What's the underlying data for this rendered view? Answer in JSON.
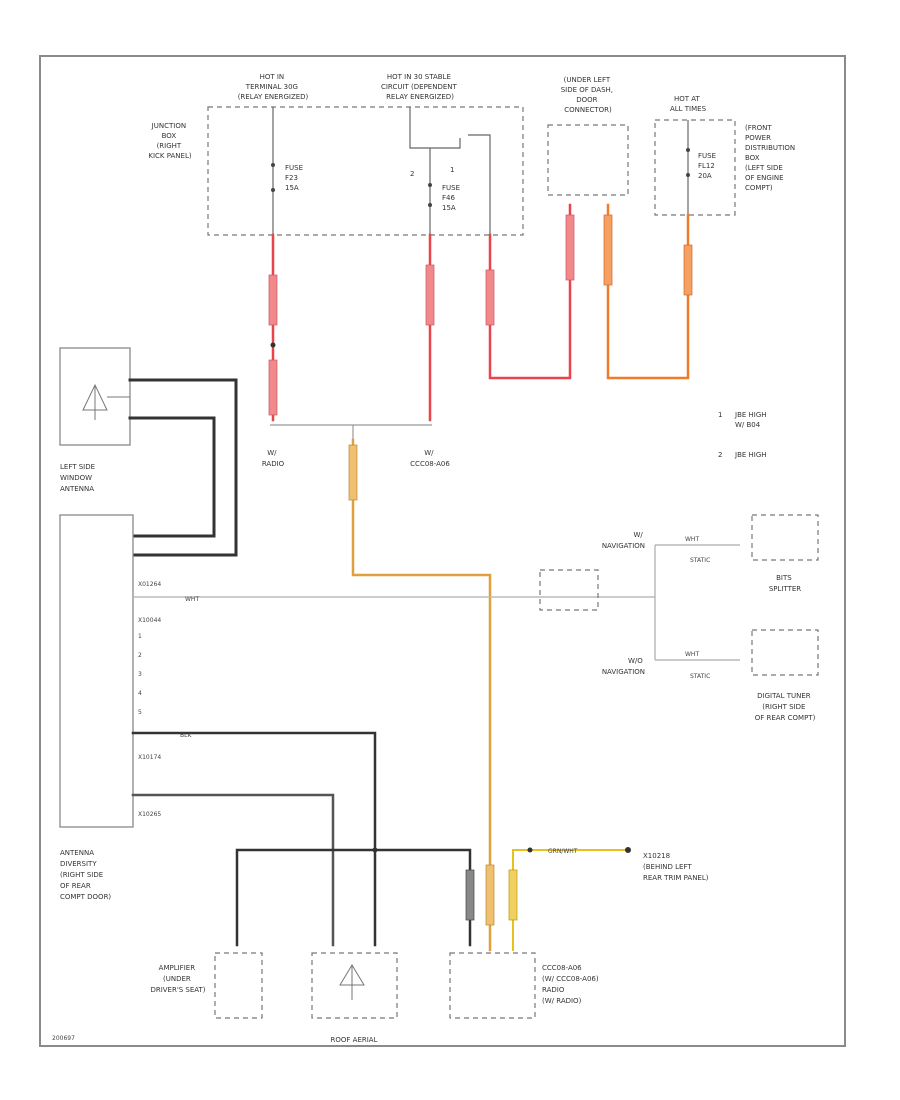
{
  "colors": {
    "red": "#e8444a",
    "orange": "#f07b2a",
    "yellow": "#e8c020",
    "black": "#333333",
    "pink": "#f08a8a",
    "gray": "#bbbbbb",
    "dash": "#777777"
  },
  "sources": {
    "hot_terminal": [
      "HOT IN",
      "TERMINAL 30G",
      "(RELAY ENERGIZED)"
    ],
    "hot_stable": [
      "HOT IN 30 STABLE",
      "CIRCUIT (DEPENDENT",
      "RELAY ENERGIZED)"
    ],
    "under_dash": [
      "(UNDER LEFT",
      "SIDE OF DASH,",
      "DOOR",
      "CONNECTOR)"
    ],
    "hot_all_times": [
      "HOT AT",
      "ALL TIMES"
    ]
  },
  "junction_box": [
    "JUNCTION",
    "BOX",
    "(RIGHT",
    "KICK PANEL)"
  ],
  "front_pdb": [
    "(FRONT",
    "POWER",
    "DISTRIBUTION",
    "BOX",
    "(LEFT SIDE",
    "OF ENGINE",
    "COMPT)"
  ],
  "fuses": {
    "f23": [
      "FUSE",
      "F23",
      "15A"
    ],
    "f46": [
      "FUSE",
      "F46",
      "15A"
    ],
    "fl12": [
      "FUSE",
      "FL12",
      "20A"
    ]
  },
  "pins": {
    "p2": "2",
    "p1": "1"
  },
  "radio_label": [
    "W/",
    "RADIO"
  ],
  "ccc_label": [
    "W/",
    "CCC08-A06"
  ],
  "legend": [
    {
      "num": "1",
      "text": [
        "JBE HIGH",
        "W/ B04"
      ]
    },
    {
      "num": "2",
      "text": [
        "JBE HIGH"
      ]
    }
  ],
  "window_antenna": [
    "LEFT SIDE",
    "WINDOW",
    "ANTENNA"
  ],
  "antenna_diversity": [
    "ANTENNA",
    "DIVERSITY",
    "(RIGHT SIDE",
    "OF REAR",
    "COMPT DOOR)"
  ],
  "connectors": {
    "x01": "X01264",
    "x02": "X10044",
    "x03": "X10174",
    "x04": "X10265",
    "p1": "1",
    "p2": "2",
    "p3": "3",
    "p4": "4",
    "p5": "5"
  },
  "navigation_top": [
    "W/",
    "NAVIGATION"
  ],
  "navigation_bottom": [
    "W/O",
    "NAVIGATION"
  ],
  "wire_tags": {
    "wht1": "WHT",
    "wht2": "WHT",
    "wht3": "WHT",
    "static1": "STATIC",
    "static2": "STATIC",
    "blk": "BLK",
    "grn_wht": "GRN/WHT"
  },
  "bits_splitter": [
    "BITS",
    "SPLITTER"
  ],
  "digital_tuner": [
    "DIGITAL TUNER",
    "(RIGHT SIDE",
    "OF REAR COMPT)"
  ],
  "ground": [
    "X10218",
    "(BEHIND LEFT",
    "REAR TRIM PANEL)"
  ],
  "amplifier": [
    "AMPLIFIER",
    "(UNDER",
    "DRIVER'S SEAT)"
  ],
  "rood_aerial": "ROOF AERIAL",
  "radio_unit": [
    "CCC08-A06",
    "(W/ CCC08-A06)",
    "RADIO",
    "(W/ RADIO)"
  ],
  "footer_id": "200697"
}
